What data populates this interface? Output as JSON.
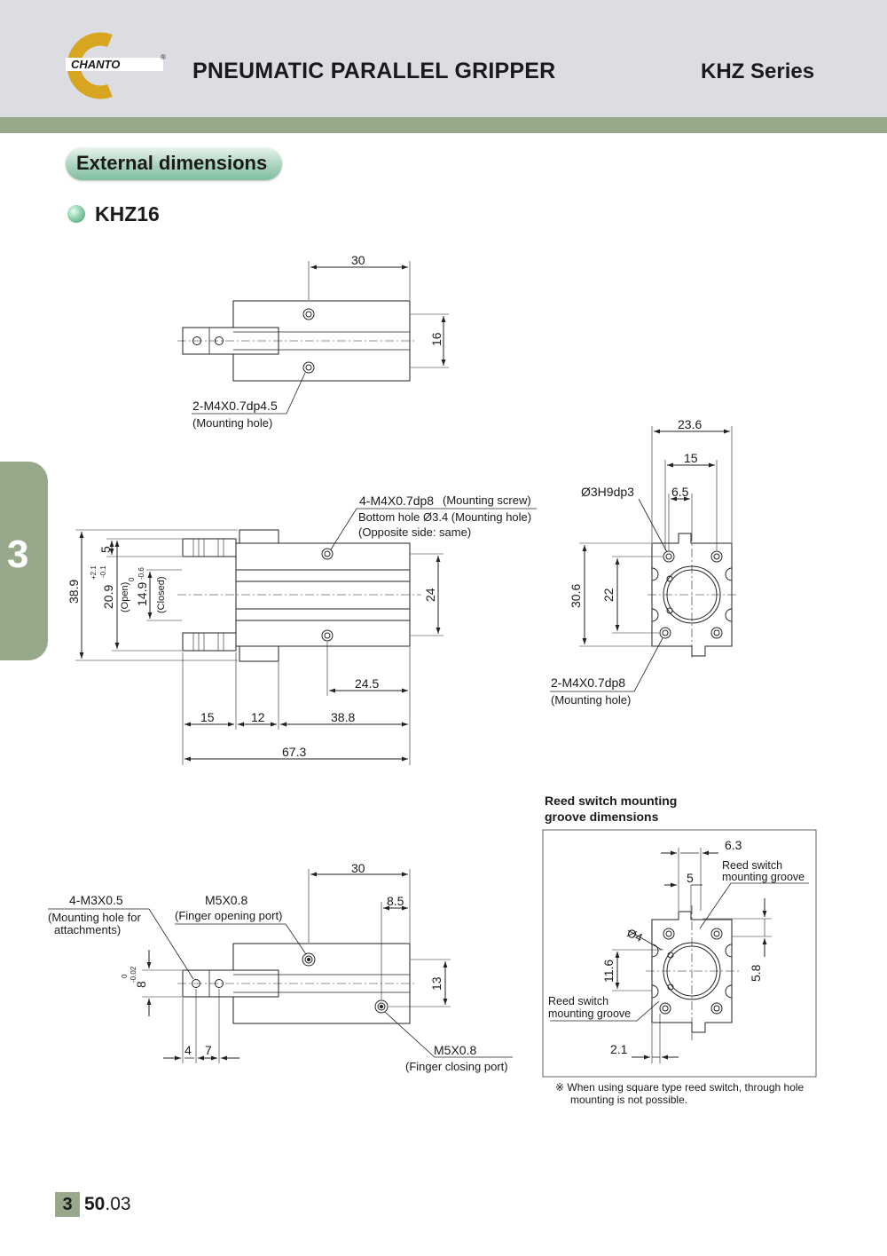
{
  "header": {
    "logo_text": "CHANTO",
    "logo_mark": "®",
    "title": "PNEUMATIC PARALLEL GRIPPER",
    "series": "KHZ Series"
  },
  "section": {
    "title": "External dimensions",
    "model": "KHZ16"
  },
  "side_tab": "3",
  "top_view": {
    "dim_width": "30",
    "dim_height": "16",
    "callout": "2-M4X0.7dp4.5",
    "callout_note": "(Mounting hole)"
  },
  "front_view": {
    "callout1": "4-M4X0.7dp8",
    "callout1_note": "(Mounting screw)",
    "callout2": "Bottom hole Ø3.4 (Mounting hole)",
    "callout3": "(Opposite side: same)",
    "dim_38_9": "38.9",
    "dim_5": "5",
    "dim_20_9": "20.9",
    "tol_20_9_upper": "+2.1",
    "tol_20_9_lower": "-0.1",
    "open_label": "(Open)",
    "dim_14_9": "14.9",
    "tol_14_9_upper": "0",
    "tol_14_9_lower": "-0.6",
    "closed_label": "(Closed)",
    "dim_24": "24",
    "dim_24_5": "24.5",
    "dim_15": "15",
    "dim_12": "12",
    "dim_38_8": "38.8",
    "dim_67_3": "67.3"
  },
  "end_view": {
    "dim_23_6": "23.6",
    "dim_15": "15",
    "dim_6_5": "6.5",
    "callout_pin": "Ø3H9dp3",
    "dim_30_6": "30.6",
    "dim_22": "22",
    "callout": "2-M4X0.7dp8",
    "callout_note": "(Mounting hole)"
  },
  "bottom_view": {
    "dim_30": "30",
    "dim_8_5": "8.5",
    "dim_13": "13",
    "dim_8": "8",
    "tol_8_upper": "0",
    "tol_8_lower": "-0.02",
    "dim_4": "4",
    "dim_7": "7",
    "callout1": "4-M3X0.5",
    "callout1_note1": "(Mounting hole for",
    "callout1_note2": "attachments)",
    "callout2": "M5X0.8",
    "callout2_note": "(Finger opening port)",
    "callout3": "M5X0.8",
    "callout3_note": "(Finger closing port)"
  },
  "reed_view": {
    "title_line1": "Reed switch mounting",
    "title_line2": "groove dimensions",
    "dim_6_3": "6.3",
    "dim_5": "5",
    "groove_label1": "Reed switch",
    "groove_label2": "mounting groove",
    "dim_phi4": "Ø4",
    "dim_11_6": "11.6",
    "dim_5_8": "5.8",
    "groove_label3": "Reed switch",
    "groove_label4": "mounting groove",
    "dim_2_1": "2.1",
    "note_mark": "※",
    "note_line1": "When using square type reed switch, through hole",
    "note_line2": "mounting is not possible."
  },
  "footer": {
    "chapter": "3",
    "page_bold": "50",
    "page_rest": ".03"
  }
}
